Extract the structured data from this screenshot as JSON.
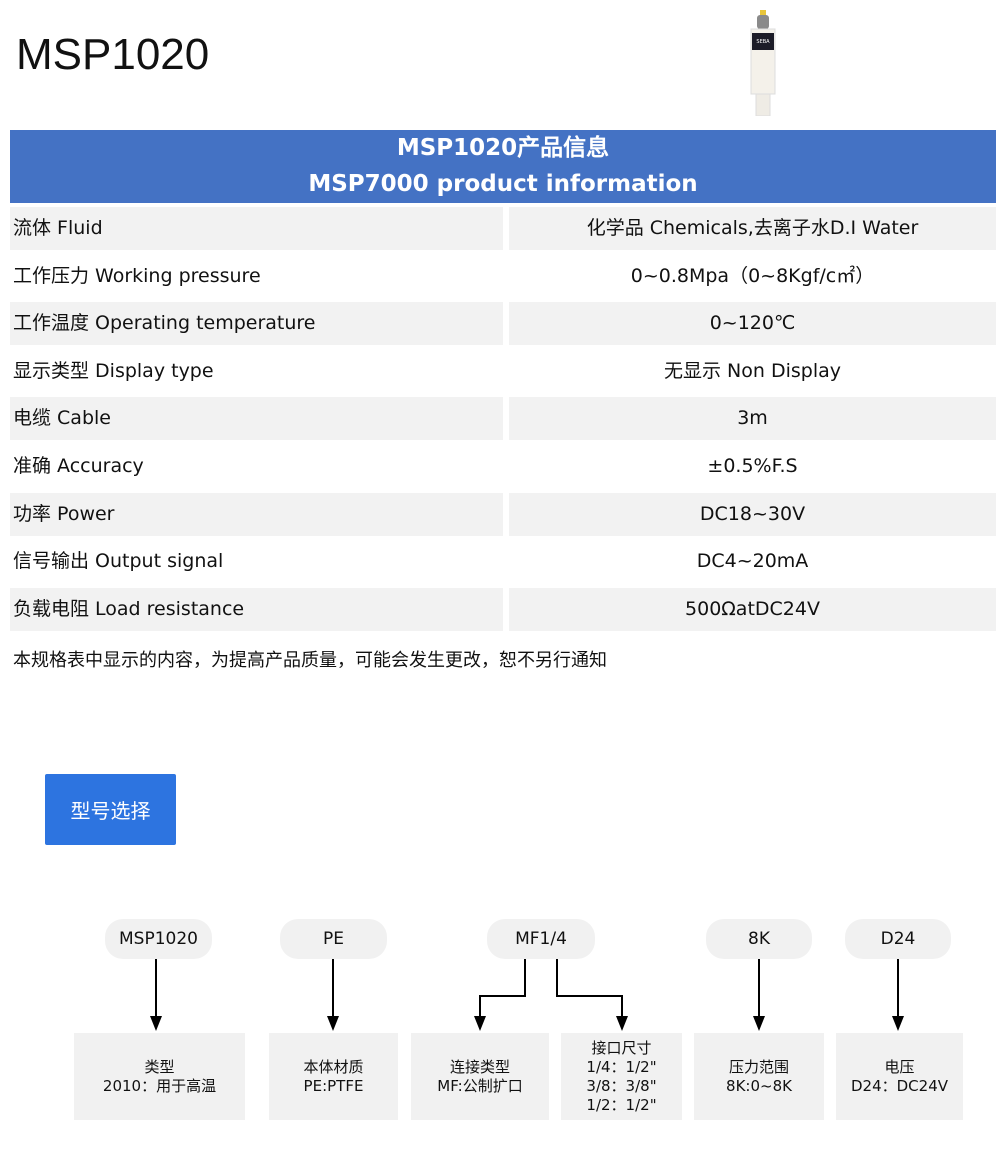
{
  "title": "MSP1020",
  "product_image": {
    "logo_text": "SEBA"
  },
  "table": {
    "header": [
      "MSP1020产品信息",
      "MSP7000 product information"
    ],
    "rows": [
      {
        "label": "流体 Fluid",
        "value": "化学品 Chemicals,去离子水D.I Water"
      },
      {
        "label": "工作压力 Working pressure",
        "value": "0~0.8Mpa（0~8Kgf/c㎡）"
      },
      {
        "label": "工作温度 Operating temperature",
        "value": "0~120℃"
      },
      {
        "label": "显示类型 Display type",
        "value": "无显示 Non Display"
      },
      {
        "label": "电缆 Cable",
        "value": "3m"
      },
      {
        "label": "准确 Accuracy",
        "value": "±0.5%F.S"
      },
      {
        "label": "功率 Power",
        "value": "DC18~30V"
      },
      {
        "label": "信号输出 Output signal",
        "value": "DC4~20mA"
      },
      {
        "label": "负载电阻 Load resistance",
        "value": "500ΩatDC24V"
      }
    ]
  },
  "note": "本规格表中显示的内容，为提高产品质量，可能会发生更改，恕不另行通知",
  "model_button": "型号选择",
  "model_codes": [
    "MSP1020",
    "PE",
    "MF1/4",
    "8K",
    "D24"
  ],
  "model_boxes": [
    [
      "类型",
      "2010：用于高温"
    ],
    [
      "本体材质",
      "PE:PTFE"
    ],
    [
      "连接类型",
      "MF:公制扩口"
    ],
    [
      "接口尺寸",
      "1/4：1/2\"",
      "3/8：3/8\"",
      "1/2：1/2\""
    ],
    [
      "压力范围",
      "8K:0~8K"
    ],
    [
      "电压",
      "D24：DC24V"
    ]
  ]
}
